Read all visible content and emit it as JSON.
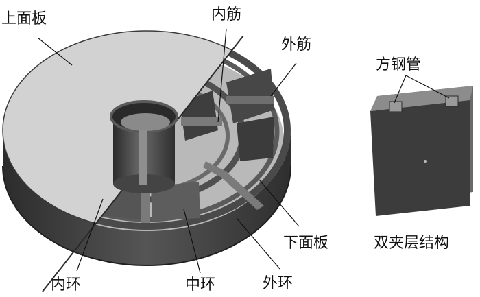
{
  "labels": {
    "top_panel": "上面板",
    "inner_rib": "内筋",
    "outer_rib": "外筋",
    "square_tube": "方钢管",
    "bottom_panel": "下面板",
    "double_layer": "双夹层结构",
    "inner_ring": "内环",
    "middle_ring": "中环",
    "outer_ring": "外环"
  },
  "colors": {
    "top_plate": "#d2d2d2",
    "steel_dark": "#3f3f3f",
    "steel_mid": "#6e6e6e",
    "steel_light": "#9a9a9a",
    "floor": "#b9b9b9"
  }
}
